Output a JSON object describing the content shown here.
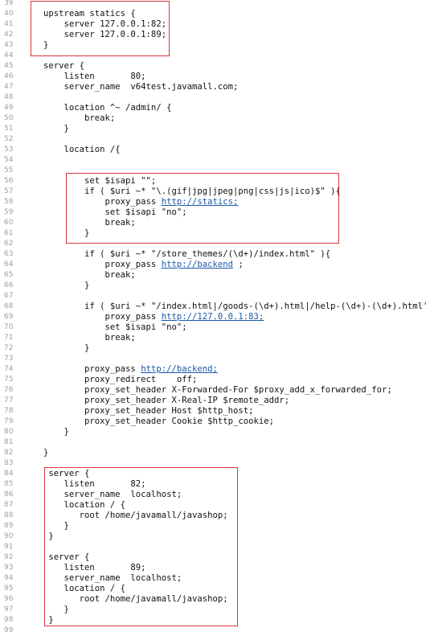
{
  "colors": {
    "highlight_border": "#d9363e",
    "line_number": "#a0a0a0",
    "code_text": "#111111",
    "link": "#1b57a8"
  },
  "code_lines": [
    {
      "num": "39",
      "segments": [
        {
          "t": ""
        }
      ]
    },
    {
      "num": "40",
      "segments": [
        {
          "t": "upstream statics {"
        }
      ]
    },
    {
      "num": "41",
      "segments": [
        {
          "t": "    server 127.0.0.1:82;"
        }
      ]
    },
    {
      "num": "42",
      "segments": [
        {
          "t": "    server 127.0.0.1:89;"
        }
      ]
    },
    {
      "num": "43",
      "segments": [
        {
          "t": "}"
        }
      ]
    },
    {
      "num": "44",
      "segments": [
        {
          "t": ""
        }
      ]
    },
    {
      "num": "45",
      "segments": [
        {
          "t": "server {"
        }
      ]
    },
    {
      "num": "46",
      "segments": [
        {
          "t": "    listen       80;"
        }
      ]
    },
    {
      "num": "47",
      "segments": [
        {
          "t": "    server_name  v64test.javamall.com;"
        }
      ]
    },
    {
      "num": "48",
      "segments": [
        {
          "t": ""
        }
      ]
    },
    {
      "num": "49",
      "segments": [
        {
          "t": "    location ^~ /admin/ {"
        }
      ]
    },
    {
      "num": "50",
      "segments": [
        {
          "t": "        break;"
        }
      ]
    },
    {
      "num": "51",
      "segments": [
        {
          "t": "    }"
        }
      ]
    },
    {
      "num": "52",
      "segments": [
        {
          "t": ""
        }
      ]
    },
    {
      "num": "53",
      "segments": [
        {
          "t": "    location /{"
        }
      ]
    },
    {
      "num": "54",
      "segments": [
        {
          "t": ""
        }
      ]
    },
    {
      "num": "55",
      "segments": [
        {
          "t": ""
        }
      ]
    },
    {
      "num": "56",
      "segments": [
        {
          "t": "        set $isapi \"\";"
        }
      ]
    },
    {
      "num": "57",
      "segments": [
        {
          "t": "        if ( $uri ~* \"\\.(gif|jpg|jpeg|png|css|js|ico)$\" ){"
        }
      ]
    },
    {
      "num": "58",
      "segments": [
        {
          "t": "            proxy_pass "
        },
        {
          "t": "http://statics;",
          "link": true
        }
      ]
    },
    {
      "num": "59",
      "segments": [
        {
          "t": "            set $isapi \"no\";"
        }
      ]
    },
    {
      "num": "60",
      "segments": [
        {
          "t": "            break;"
        }
      ]
    },
    {
      "num": "61",
      "segments": [
        {
          "t": "        }"
        }
      ]
    },
    {
      "num": "62",
      "segments": [
        {
          "t": ""
        }
      ]
    },
    {
      "num": "63",
      "segments": [
        {
          "t": "        if ( $uri ~* \"/store_themes/(\\d+)/index.html\" ){"
        }
      ]
    },
    {
      "num": "64",
      "segments": [
        {
          "t": "            proxy_pass "
        },
        {
          "t": "http://backend",
          "link": true
        },
        {
          "t": " ;"
        }
      ]
    },
    {
      "num": "65",
      "segments": [
        {
          "t": "            break;"
        }
      ]
    },
    {
      "num": "66",
      "segments": [
        {
          "t": "        }"
        }
      ]
    },
    {
      "num": "67",
      "segments": [
        {
          "t": ""
        }
      ]
    },
    {
      "num": "68",
      "segments": [
        {
          "t": "        if ( $uri ~* \"/index.html|/goods-(\\d+).html|/help-(\\d+)-(\\d+).html'"
        }
      ]
    },
    {
      "num": "69",
      "segments": [
        {
          "t": "            proxy_pass "
        },
        {
          "t": "http://127.0.0.1:83;",
          "link": true
        }
      ]
    },
    {
      "num": "70",
      "segments": [
        {
          "t": "            set $isapi \"no\";"
        }
      ]
    },
    {
      "num": "71",
      "segments": [
        {
          "t": "            break;"
        }
      ]
    },
    {
      "num": "72",
      "segments": [
        {
          "t": "        }"
        }
      ]
    },
    {
      "num": "73",
      "segments": [
        {
          "t": ""
        }
      ]
    },
    {
      "num": "74",
      "segments": [
        {
          "t": "        proxy_pass "
        },
        {
          "t": "http://backend;",
          "link": true
        }
      ]
    },
    {
      "num": "75",
      "segments": [
        {
          "t": "        proxy_redirect    off;"
        }
      ]
    },
    {
      "num": "76",
      "segments": [
        {
          "t": "        proxy_set_header X-Forwarded-For $proxy_add_x_forwarded_for;"
        }
      ]
    },
    {
      "num": "77",
      "segments": [
        {
          "t": "        proxy_set_header X-Real-IP $remote_addr;"
        }
      ]
    },
    {
      "num": "78",
      "segments": [
        {
          "t": "        proxy_set_header Host $http_host;"
        }
      ]
    },
    {
      "num": "79",
      "segments": [
        {
          "t": "        proxy_set_header Cookie $http_cookie;"
        }
      ]
    },
    {
      "num": "80",
      "segments": [
        {
          "t": "    }"
        }
      ]
    },
    {
      "num": "81",
      "segments": [
        {
          "t": ""
        }
      ]
    },
    {
      "num": "82",
      "segments": [
        {
          "t": "}"
        }
      ]
    },
    {
      "num": "83",
      "segments": [
        {
          "t": ""
        }
      ]
    },
    {
      "num": "84",
      "segments": [
        {
          "t": " server {"
        }
      ]
    },
    {
      "num": "85",
      "segments": [
        {
          "t": "    listen       82;"
        }
      ]
    },
    {
      "num": "86",
      "segments": [
        {
          "t": "    server_name  localhost;"
        }
      ]
    },
    {
      "num": "87",
      "segments": [
        {
          "t": "    location / {"
        }
      ]
    },
    {
      "num": "88",
      "segments": [
        {
          "t": "       root /home/javamall/javashop;"
        }
      ]
    },
    {
      "num": "89",
      "segments": [
        {
          "t": "    }"
        }
      ]
    },
    {
      "num": "90",
      "segments": [
        {
          "t": " }"
        }
      ]
    },
    {
      "num": "91",
      "segments": [
        {
          "t": ""
        }
      ]
    },
    {
      "num": "92",
      "segments": [
        {
          "t": " server {"
        }
      ]
    },
    {
      "num": "93",
      "segments": [
        {
          "t": "    listen       89;"
        }
      ]
    },
    {
      "num": "94",
      "segments": [
        {
          "t": "    server_name  localhost;"
        }
      ]
    },
    {
      "num": "95",
      "segments": [
        {
          "t": "    location / {"
        }
      ]
    },
    {
      "num": "96",
      "segments": [
        {
          "t": "       root /home/javamall/javashop;"
        }
      ]
    },
    {
      "num": "97",
      "segments": [
        {
          "t": "    }"
        }
      ]
    },
    {
      "num": "98",
      "segments": [
        {
          "t": " }"
        }
      ]
    },
    {
      "num": "99",
      "segments": [
        {
          "t": ""
        }
      ]
    }
  ]
}
